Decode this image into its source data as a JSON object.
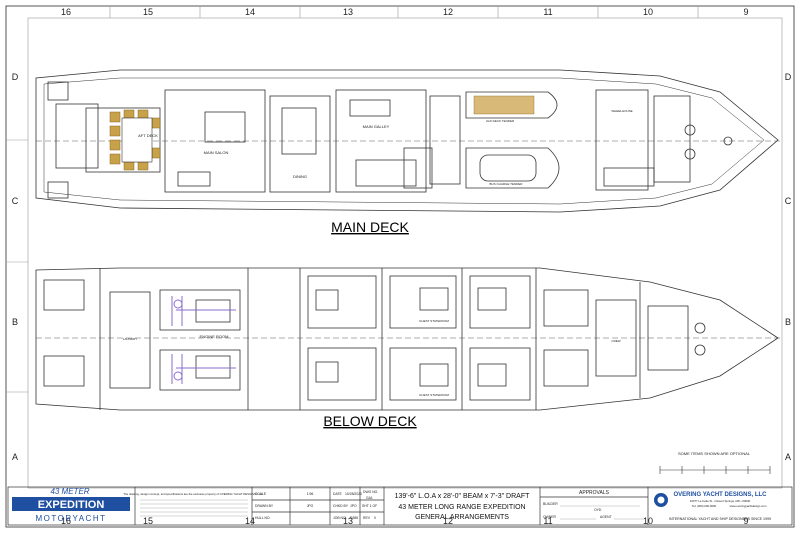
{
  "grid": {
    "columns": [
      "16",
      "15",
      "14",
      "13",
      "12",
      "11",
      "10",
      "9"
    ],
    "rows": [
      "D",
      "C",
      "B",
      "A"
    ]
  },
  "main_deck": {
    "title": "MAIN DECK",
    "labels": {
      "aft_deck": "AFT DECK",
      "main_salon": "MAIN SALON",
      "main_galley": "MAIN GALLEY",
      "dining": "DINING",
      "tender_left": "ULD DECK TENDER",
      "tender_right": "BUS CHARGE TENDER",
      "wheelhouse": "WHEELHOUSE"
    }
  },
  "below_deck": {
    "title": "BELOW DECK",
    "labels": {
      "engine_room": "ENGINE ROOM",
      "laundry": "LAUNDRY",
      "guest_stateroom_1": "GUEST STATEROOM",
      "guest_stateroom_2": "GUEST STATEROOM",
      "crew": "CREW"
    },
    "note": "SOME ITEMS SHOWN ARE OPTIONAL"
  },
  "title_block": {
    "logo_line1": "43 METER",
    "logo_line2": "EXPEDITION",
    "logo_line3": "MOTORYACHT",
    "disclaimer": "The drawing, design concept, and specifications are the exclusive property of OVERING YACHT DESIGNS, LLC",
    "fields": {
      "scale_label": "SCALE",
      "scale_value": "1:96",
      "date_label": "DATE",
      "date_value": "10/28/2020",
      "drawn_label": "DRAWN BY",
      "drawn_value": "JPO",
      "chkd_label": "CHKD BY",
      "chkd_value": "JPO",
      "hull_label": "HULL NO.",
      "job_label": "JOB NO.",
      "job_value": "D385",
      "dwg_label": "DWG NO.",
      "dwg_value": "GA1",
      "sheet_value": "SHT 1 OF",
      "rev_label": "REV",
      "rev_value": "0"
    },
    "main_line1": "139'-6\" L.O.A x 28'-0\" BEAM x 7'-3\" DRAFT",
    "main_line2": "43 METER LONG RANGE EXPEDITION",
    "main_line3": "GENERAL ARRANGEMENTS",
    "approvals": "APPROVALS",
    "builder": "BUILDER",
    "owner": "OWNER",
    "oyd": "OYD",
    "agent": "AGENT",
    "company": "OVERING YACHT DESIGNS, LLC",
    "company_address": "10077 La Celte St. • Desert Springs, MD • 00000",
    "company_phone": "Tel: (000) 000-0000",
    "company_web": "www.overingyachtdesign.com",
    "company_tagline": "INTERNATIONAL YACHT AND SHIP DESIGNERS SINCE 1999"
  },
  "colors": {
    "line": "#333333",
    "furniture_gold": "#c8a24a",
    "logo_blue": "#1f4fa0",
    "engine_violet": "#8a6ccf"
  }
}
